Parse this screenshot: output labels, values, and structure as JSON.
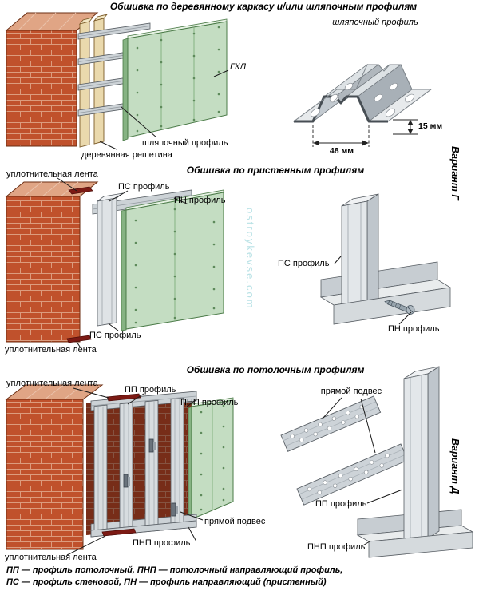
{
  "sections": [
    {
      "title": "Обшивка по деревянному каркасу и/или шляпочным профилям",
      "variant_label": "Вариант Г",
      "labels": {
        "gkl": "ГКЛ",
        "hat_profile": "шляпочный профиль",
        "wood_batten": "деревянная решетина"
      },
      "detail": {
        "title": "шляпочный профиль",
        "width_dim": "48 мм",
        "height_dim": "15 мм"
      }
    },
    {
      "title": "Обшивка по пристенным профилям",
      "labels": {
        "seal_tape_top": "уплотнительная лента",
        "ps_profile_top": "ПС профиль",
        "pn_profile": "ПН профиль",
        "ps_profile_bottom": "ПС профиль",
        "seal_tape_bottom": "уплотнительная лента"
      },
      "detail": {
        "ps_profile": "ПС профиль",
        "pn_profile": "ПН профиль"
      }
    },
    {
      "title": "Обшивка по потолочным профилям",
      "variant_label": "Вариант Д",
      "labels": {
        "seal_tape_top": "уплотнительная лента",
        "pp_profile": "ПП профиль",
        "pnp_profile_top": "ПНП профиль",
        "hanger": "прямой подвес",
        "pnp_profile_bottom": "ПНП профиль",
        "seal_tape_bottom": "уплотнительная лента"
      },
      "detail": {
        "hanger": "прямой подвес",
        "pp_profile": "ПП профиль",
        "pnp_profile": "ПНП профиль"
      }
    }
  ],
  "watermark": "ostroykevse.com",
  "footnote": {
    "line1": "ПП — профиль потолочный, ПНП — потолочный направляющий профиль,",
    "line2": "ПС — профиль стеновой, ПН — профиль направляющий (пристенный)"
  },
  "colors": {
    "brick": "#c0512c",
    "mortar": "#dc9c7e",
    "drywall": "#c4ddc2",
    "drywall_edge": "#86b383",
    "wood": "#ead9ad",
    "metal": "#d9dde0",
    "metal_shadow": "#b9c0c6",
    "seal_tape": "#7c1a14",
    "watermark": "#b9e2e6",
    "text": "#000000"
  }
}
